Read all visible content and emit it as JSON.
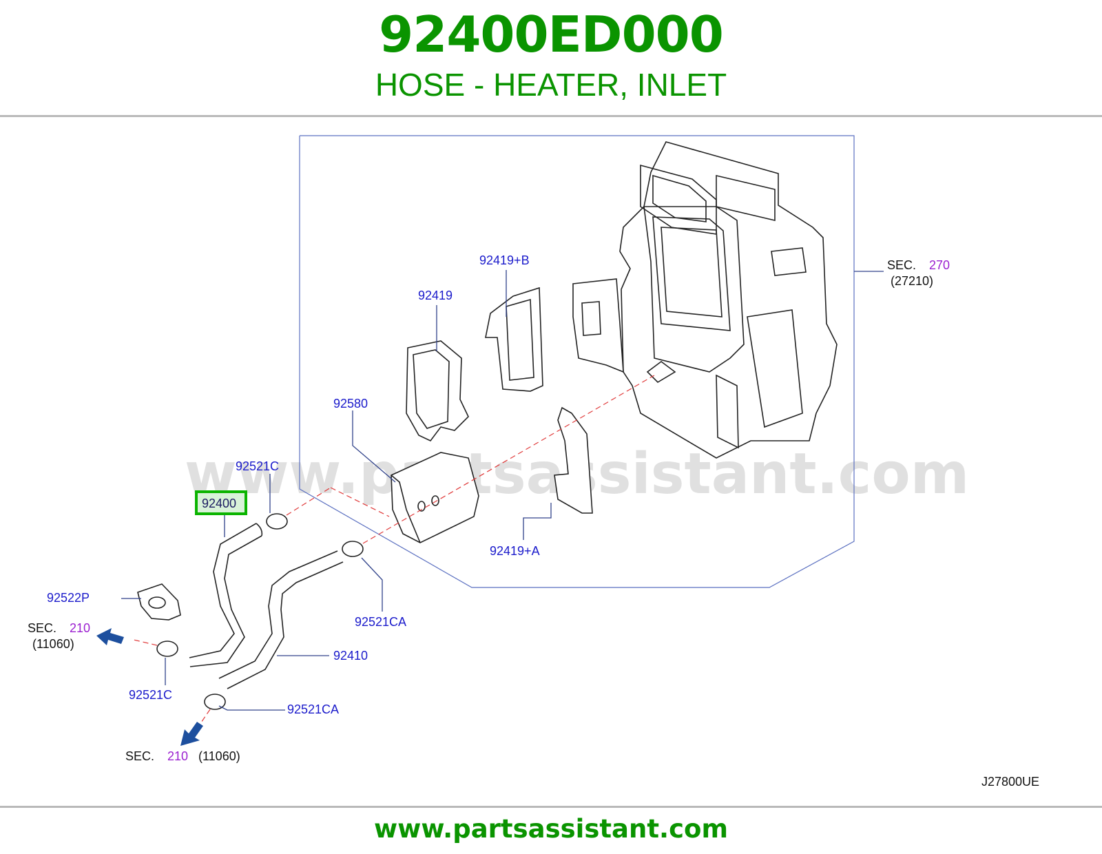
{
  "header": {
    "part_number": "92400ED000",
    "part_name": "HOSE - HEATER, INLET"
  },
  "footer": {
    "url": "www.partsassistant.com"
  },
  "watermark": "www.partsassistant.com",
  "diagram": {
    "id": "J27800UE",
    "highlighted_part": "92400",
    "labels": {
      "l_92419b": "92419+B",
      "l_92419": "92419",
      "l_92580": "92580",
      "l_92521c_top": "92521C",
      "l_92419a": "92419+A",
      "l_92522p": "92522P",
      "l_92521ca_mid": "92521CA",
      "l_92410": "92410",
      "l_92521c_bot": "92521C",
      "l_92521ca_bot": "92521CA"
    },
    "sec_refs": {
      "sec_word": "SEC.",
      "top_right": {
        "sec": "270",
        "code": "(27210)"
      },
      "left": {
        "sec": "210",
        "code": "(11060)"
      },
      "bottom": {
        "sec": "210",
        "code": "(11060)"
      }
    }
  },
  "colors": {
    "title_green": "#0a9400",
    "label_blue": "#1a1acb",
    "sec_purple": "#9b1fd0",
    "leader_blue": "#30428a",
    "dashed_red": "#e03a3a",
    "arrow_blue": "#1d4f9e",
    "highlight_green": "#0bb400"
  }
}
